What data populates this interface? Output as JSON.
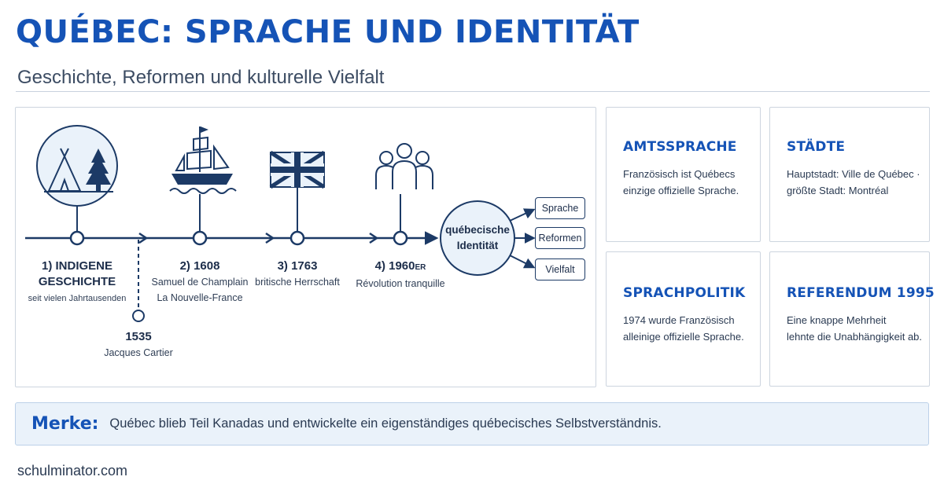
{
  "header": {
    "title": "QUÉBEC: SPRACHE UND IDENTITÄT",
    "subtitle": "Geschichte, Reformen und kulturelle Vielfalt"
  },
  "timeline": {
    "events": [
      {
        "heading_line1": "1) INDIGENE",
        "heading_line2": "GESCHICHTE",
        "sub1": "seit vielen Jahrtausenden",
        "icon": "tipi-tree-icon"
      },
      {
        "heading": "2) 1608",
        "sub1": "Samuel de Champlain",
        "sub2": "La Nouvelle-France",
        "icon": "ship-icon"
      },
      {
        "heading": "3) 1763",
        "sub1": "britische Herrschaft",
        "icon": "union-jack-icon"
      },
      {
        "heading": "4) 1960",
        "heading_suffix": "ER",
        "sub1": "Révolution tranquille",
        "icon": "people-icon"
      }
    ],
    "side_event": {
      "heading": "1535",
      "sub1": "Jacques Cartier"
    },
    "identity": {
      "line1": "québecische",
      "line2": "Identität"
    },
    "branches": [
      "Sprache",
      "Reformen",
      "Vielfalt"
    ]
  },
  "cards": [
    {
      "title": "AMTSSPRACHE",
      "text": "Französisch ist Québecs\neinzige offizielle Sprache."
    },
    {
      "title": "STÄDTE",
      "text": "Hauptstadt: Ville de Québec ·\ngrößte Stadt: Montréal"
    },
    {
      "title": "SPRACHPOLITIK",
      "text": "1974 wurde Französisch\nalleinige offizielle Sprache."
    },
    {
      "title": "REFERENDUM 1995",
      "text": "Eine knappe Mehrheit\nlehnte die Unabhängigkeit ab."
    }
  ],
  "note": {
    "label": "Merke:",
    "text": "Québec blieb Teil Kanadas und entwickelte ein eigenständiges québecisches Selbstverständnis."
  },
  "footer": {
    "text": "schulminator.com"
  },
  "colors": {
    "accent": "#1553b6",
    "line": "#1c3a66",
    "note_bg": "#eaf2fa"
  }
}
